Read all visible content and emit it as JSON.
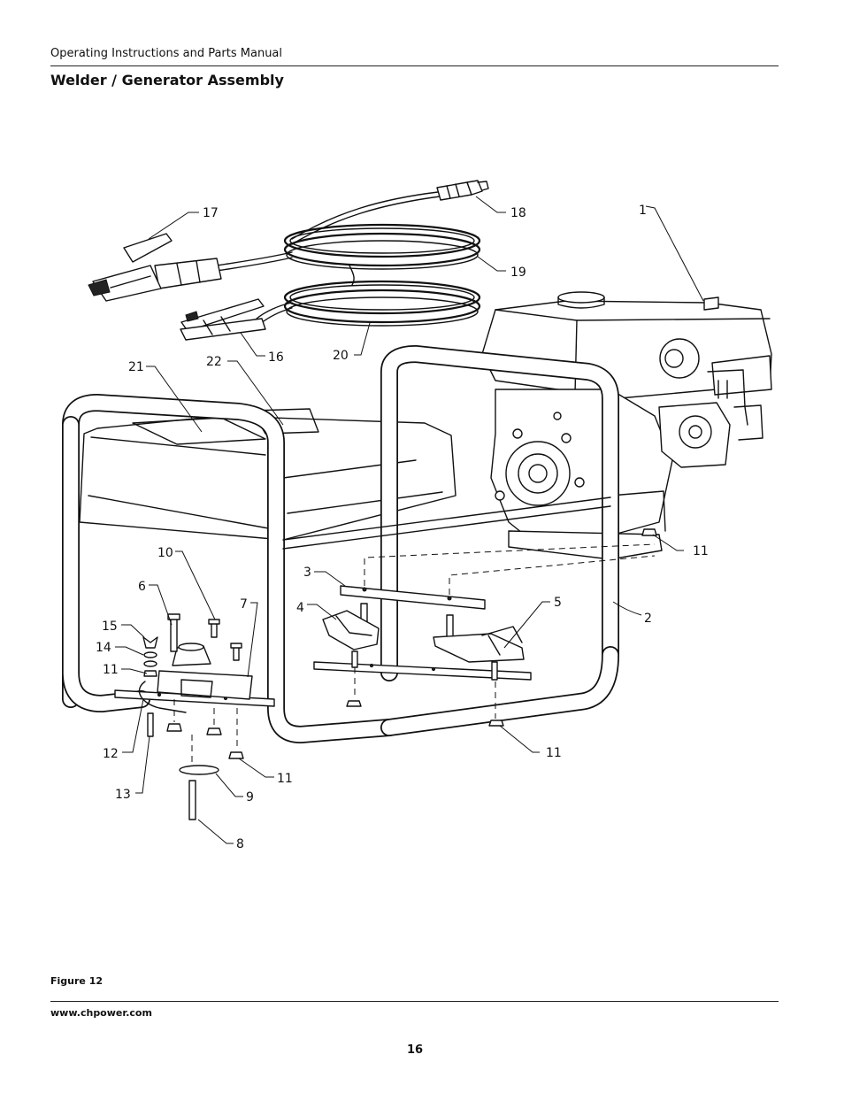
{
  "header": {
    "manual_title": "Operating Instructions and Parts Manual"
  },
  "section": {
    "title": "Welder / Generator Assembly"
  },
  "figure": {
    "label": "Figure 12",
    "callouts": [
      "1",
      "2",
      "3",
      "4",
      "5",
      "6",
      "7",
      "8",
      "9",
      "10",
      "11",
      "11",
      "11",
      "11",
      "12",
      "13",
      "14",
      "15",
      "16",
      "17",
      "18",
      "19",
      "20",
      "21",
      "22"
    ]
  },
  "footer": {
    "url": "www.chpower.com",
    "page_number": "16"
  }
}
